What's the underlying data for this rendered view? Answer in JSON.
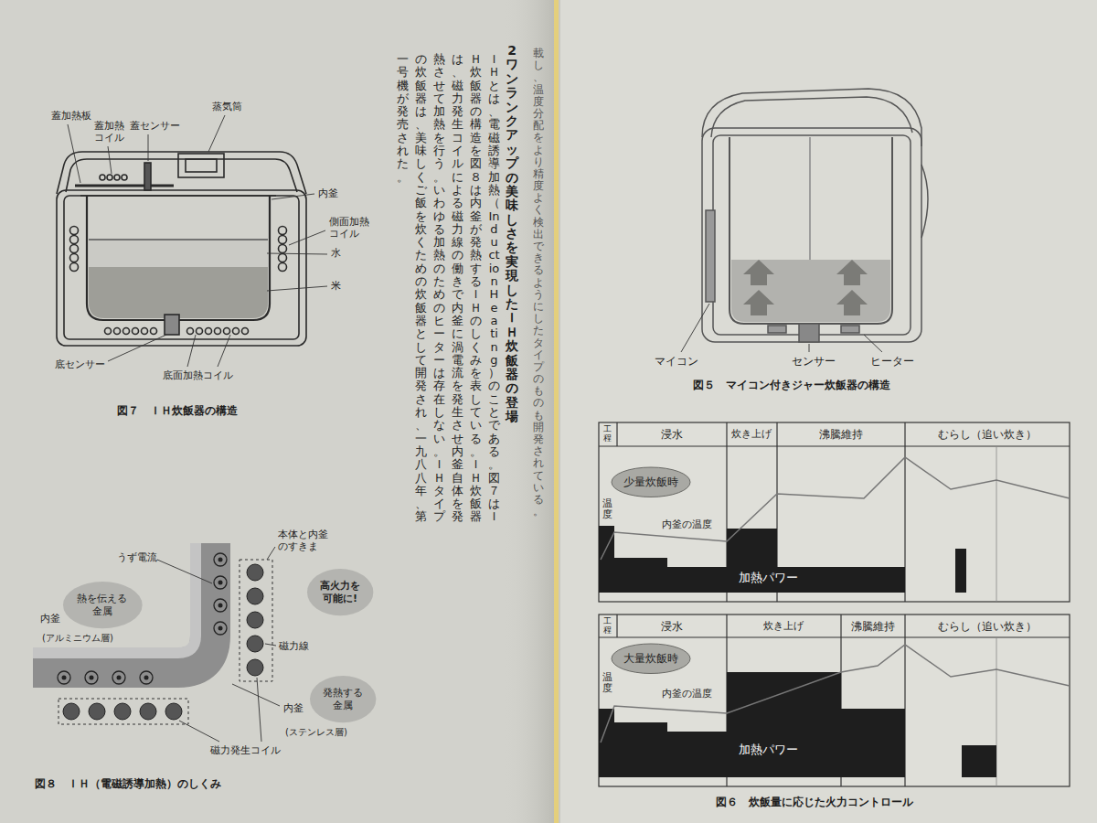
{
  "diagram": {
    "nodes": [
      {
        "text": [
          "熱を伝える 金属"
        ]
      },
      {
        "text": [
          "高火力を 可能に!"
        ]
      },
      {
        "text": [
          "発熱する 金属"
        ]
      },
      {
        "text": [
          "少量炊飯時"
        ]
      },
      {
        "text": [
          "大量炊飯時"
        ]
      }
    ],
    "labels": [
      "蓋加熱板",
      "蓋加熱 コイル",
      "蓋センサー",
      "蒸気筒",
      "内釜",
      "側面加熱 コイル",
      "水",
      "米",
      "底センサー",
      "底面加熱コイル",
      "図７　ＩＨ炊飯器の構造",
      "うず電流",
      "本体と内釜 のすきま",
      "内釜",
      "(アルミニウム層)",
      "磁力線",
      "内釜",
      "(ステンレス層)",
      "磁力発生コイル",
      "図８　ＩＨ（電磁誘導加熱）のしくみ",
      "2　ワンランクアップの美味しさを実現したＩＨ炊飯器の登場",
      "ＩＨとは、電磁誘導加熱（Induction Heating）のことである。図７はＩＨ炊飯器の構造を図８は内釜が発熱するＩＨのしくみを表している。ＩＨ炊飯器は、磁力発生コイルによる磁力線の働きで内釜に渦電流を発生させ内釜自体を発熱させて加熱を行う。いわゆる加熱のためのヒーターは存在しない。ＩＨタイプの炊飯器は、美味しくご飯を炊くための炊飯器として開発され、一九八八年、第一号機が発売された。",
      "載し、温度分配をより精度よく検出できるようにしたタイプのものも開発されている。",
      "マイコン",
      "センサー",
      "ヒーター",
      "図５　マイコン付きジャー炊飯器の構造",
      "工程",
      "浸水",
      "炊き上げ",
      "沸騰維持",
      "むらし（追い炊き）",
      "温度",
      "内釜の温度",
      "加熱パワー",
      "工程",
      "浸水",
      "炊き上げ",
      "沸騰維持",
      "むらし（追い炊き）",
      "温度",
      "内釜の温度",
      "加熱パワー",
      "図６　炊飯量に応じた火力コントロール"
    ]
  }
}
